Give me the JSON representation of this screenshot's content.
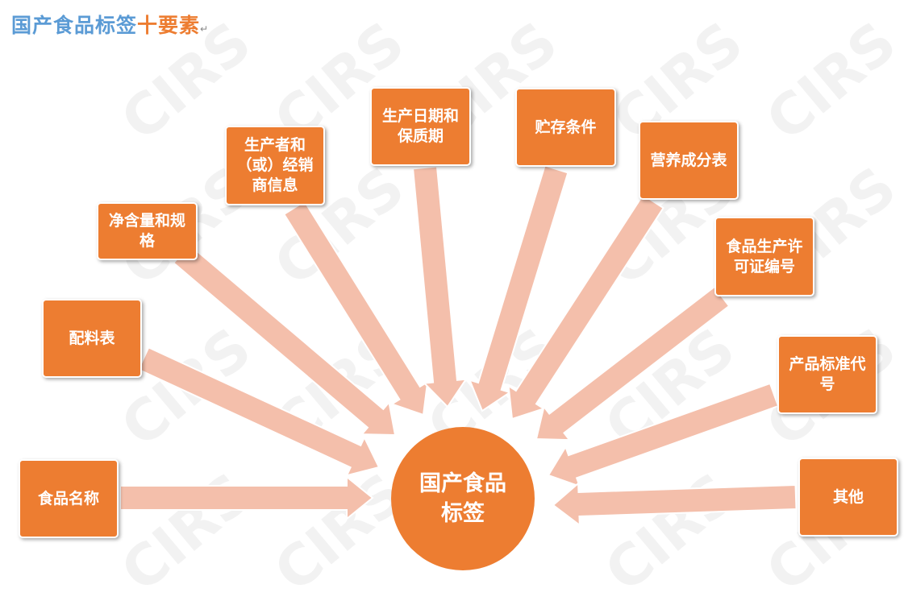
{
  "title": {
    "part1": "国产食品标签",
    "part2": "十要素",
    "mark": "↵"
  },
  "center": "国产食品标签",
  "elements": [
    "食品名称",
    "配料表",
    "净含量和规格",
    "生产者和（或）经销商信息",
    "生产日期和保质期",
    "贮存条件",
    "营养成分表",
    "食品生产许可证编号",
    "产品标准代号",
    "其他"
  ],
  "watermark": "CIRS",
  "colors": {
    "box": "#ed7d31",
    "arrow": "#f4bfab",
    "title_blue": "#5b9bd5",
    "title_orange": "#ed7d31"
  }
}
